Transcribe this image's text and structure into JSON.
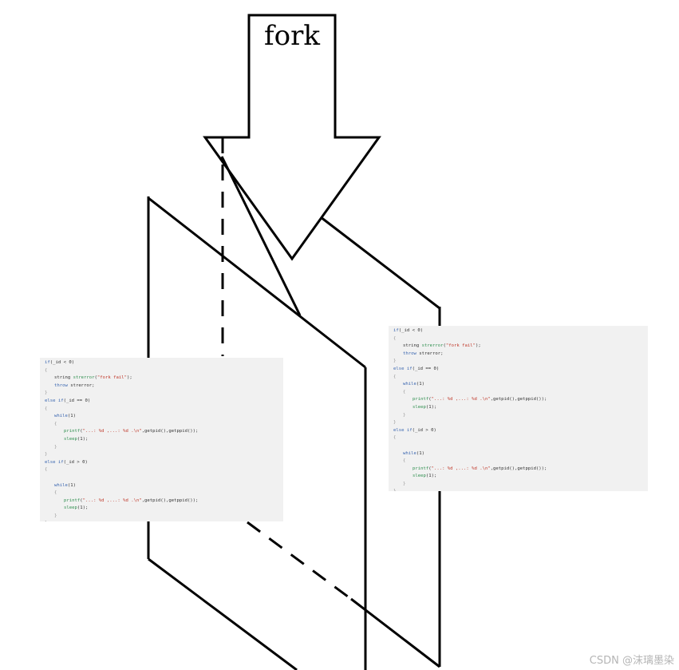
{
  "diagram": {
    "arrow_label": "fork",
    "left_code": [
      {
        "indent": 0,
        "tokens": [
          {
            "t": "kw",
            "v": "if"
          },
          {
            "t": "plain",
            "v": "(_id < 0)"
          }
        ]
      },
      {
        "indent": 0,
        "tokens": [
          {
            "t": "brace",
            "v": "{"
          }
        ]
      },
      {
        "indent": 1,
        "tokens": [
          {
            "t": "plain",
            "v": "string "
          },
          {
            "t": "fn",
            "v": "strerror"
          },
          {
            "t": "plain",
            "v": "("
          },
          {
            "t": "str",
            "v": "\"fork fail\""
          },
          {
            "t": "plain",
            "v": ");"
          }
        ]
      },
      {
        "indent": 1,
        "tokens": [
          {
            "t": "kw",
            "v": "throw"
          },
          {
            "t": "plain",
            "v": " strerror;"
          }
        ]
      },
      {
        "indent": 0,
        "tokens": [
          {
            "t": "brace",
            "v": "}"
          }
        ]
      },
      {
        "indent": 0,
        "tokens": [
          {
            "t": "kw",
            "v": "else if"
          },
          {
            "t": "plain",
            "v": "(_id == 0)"
          }
        ]
      },
      {
        "indent": 0,
        "tokens": [
          {
            "t": "brace",
            "v": "{"
          }
        ]
      },
      {
        "indent": 1,
        "tokens": [
          {
            "t": "kw",
            "v": "while"
          },
          {
            "t": "plain",
            "v": "(1)"
          }
        ]
      },
      {
        "indent": 1,
        "tokens": [
          {
            "t": "brace",
            "v": "{"
          }
        ]
      },
      {
        "indent": 2,
        "tokens": [
          {
            "t": "fn",
            "v": "printf"
          },
          {
            "t": "plain",
            "v": "("
          },
          {
            "t": "str",
            "v": "\"...: %d ,...: %d .\\n\""
          },
          {
            "t": "plain",
            "v": ",getpid(),getppid());"
          }
        ]
      },
      {
        "indent": 2,
        "tokens": [
          {
            "t": "fn",
            "v": "sleep"
          },
          {
            "t": "plain",
            "v": "(1);"
          }
        ]
      },
      {
        "indent": 1,
        "tokens": [
          {
            "t": "brace",
            "v": "}"
          }
        ]
      },
      {
        "indent": 0,
        "tokens": [
          {
            "t": "brace",
            "v": "}"
          }
        ]
      },
      {
        "indent": 0,
        "tokens": [
          {
            "t": "kw",
            "v": "else if"
          },
          {
            "t": "plain",
            "v": "(_id > 0)"
          }
        ]
      },
      {
        "indent": 0,
        "tokens": [
          {
            "t": "brace",
            "v": "{"
          }
        ]
      },
      {
        "indent": 0,
        "tokens": []
      },
      {
        "indent": 1,
        "tokens": [
          {
            "t": "kw",
            "v": "while"
          },
          {
            "t": "plain",
            "v": "(1)"
          }
        ]
      },
      {
        "indent": 1,
        "tokens": [
          {
            "t": "brace",
            "v": "{"
          }
        ]
      },
      {
        "indent": 2,
        "tokens": [
          {
            "t": "fn",
            "v": "printf"
          },
          {
            "t": "plain",
            "v": "("
          },
          {
            "t": "str",
            "v": "\"...: %d ,...: %d .\\n\""
          },
          {
            "t": "plain",
            "v": ",getpid(),getppid());"
          }
        ]
      },
      {
        "indent": 2,
        "tokens": [
          {
            "t": "fn",
            "v": "sleep"
          },
          {
            "t": "plain",
            "v": "(1);"
          }
        ]
      },
      {
        "indent": 1,
        "tokens": [
          {
            "t": "brace",
            "v": "}"
          }
        ]
      },
      {
        "indent": 0,
        "tokens": [
          {
            "t": "brace",
            "v": "}"
          }
        ]
      }
    ],
    "right_code": [
      {
        "indent": 0,
        "tokens": [
          {
            "t": "kw",
            "v": "if"
          },
          {
            "t": "plain",
            "v": "(_id < 0)"
          }
        ]
      },
      {
        "indent": 0,
        "tokens": [
          {
            "t": "brace",
            "v": "{"
          }
        ]
      },
      {
        "indent": 1,
        "tokens": [
          {
            "t": "plain",
            "v": "string "
          },
          {
            "t": "fn",
            "v": "strerror"
          },
          {
            "t": "plain",
            "v": "("
          },
          {
            "t": "str",
            "v": "\"fork fail\""
          },
          {
            "t": "plain",
            "v": ");"
          }
        ]
      },
      {
        "indent": 1,
        "tokens": [
          {
            "t": "kw",
            "v": "throw"
          },
          {
            "t": "plain",
            "v": " strerror;"
          }
        ]
      },
      {
        "indent": 0,
        "tokens": [
          {
            "t": "brace",
            "v": "}"
          }
        ]
      },
      {
        "indent": 0,
        "tokens": [
          {
            "t": "kw",
            "v": "else if"
          },
          {
            "t": "plain",
            "v": "(_id == 0)"
          }
        ]
      },
      {
        "indent": 0,
        "tokens": [
          {
            "t": "brace",
            "v": "{"
          }
        ]
      },
      {
        "indent": 1,
        "tokens": [
          {
            "t": "kw",
            "v": "while"
          },
          {
            "t": "plain",
            "v": "(1)"
          }
        ]
      },
      {
        "indent": 1,
        "tokens": [
          {
            "t": "brace",
            "v": "{"
          }
        ]
      },
      {
        "indent": 2,
        "tokens": [
          {
            "t": "fn",
            "v": "printf"
          },
          {
            "t": "plain",
            "v": "("
          },
          {
            "t": "str",
            "v": "\"...: %d ,...: %d .\\n\""
          },
          {
            "t": "plain",
            "v": ",getpid(),getppid());"
          }
        ]
      },
      {
        "indent": 2,
        "tokens": [
          {
            "t": "fn",
            "v": "sleep"
          },
          {
            "t": "plain",
            "v": "(1);"
          }
        ]
      },
      {
        "indent": 1,
        "tokens": [
          {
            "t": "brace",
            "v": "}"
          }
        ]
      },
      {
        "indent": 0,
        "tokens": [
          {
            "t": "brace",
            "v": "}"
          }
        ]
      },
      {
        "indent": 0,
        "tokens": [
          {
            "t": "kw",
            "v": "else if"
          },
          {
            "t": "plain",
            "v": "(_id > 0)"
          }
        ]
      },
      {
        "indent": 0,
        "tokens": [
          {
            "t": "brace",
            "v": "{"
          }
        ]
      },
      {
        "indent": 0,
        "tokens": []
      },
      {
        "indent": 1,
        "tokens": [
          {
            "t": "kw",
            "v": "while"
          },
          {
            "t": "plain",
            "v": "(1)"
          }
        ]
      },
      {
        "indent": 1,
        "tokens": [
          {
            "t": "brace",
            "v": "{"
          }
        ]
      },
      {
        "indent": 2,
        "tokens": [
          {
            "t": "fn",
            "v": "printf"
          },
          {
            "t": "plain",
            "v": "("
          },
          {
            "t": "str",
            "v": "\"...: %d ,...: %d .\\n\""
          },
          {
            "t": "plain",
            "v": ",getpid(),getppid());"
          }
        ]
      },
      {
        "indent": 2,
        "tokens": [
          {
            "t": "fn",
            "v": "sleep"
          },
          {
            "t": "plain",
            "v": "(1);"
          }
        ]
      },
      {
        "indent": 1,
        "tokens": [
          {
            "t": "brace",
            "v": "}"
          }
        ]
      },
      {
        "indent": 0,
        "tokens": [
          {
            "t": "brace",
            "v": "}"
          }
        ]
      }
    ]
  },
  "watermark": "CSDN @沫璃墨染",
  "colors": {
    "stroke": "#000000",
    "code_background": "#f1f1f1",
    "keyword": "#3a66b0",
    "function": "#2f8f4f",
    "string": "#c0392b"
  }
}
